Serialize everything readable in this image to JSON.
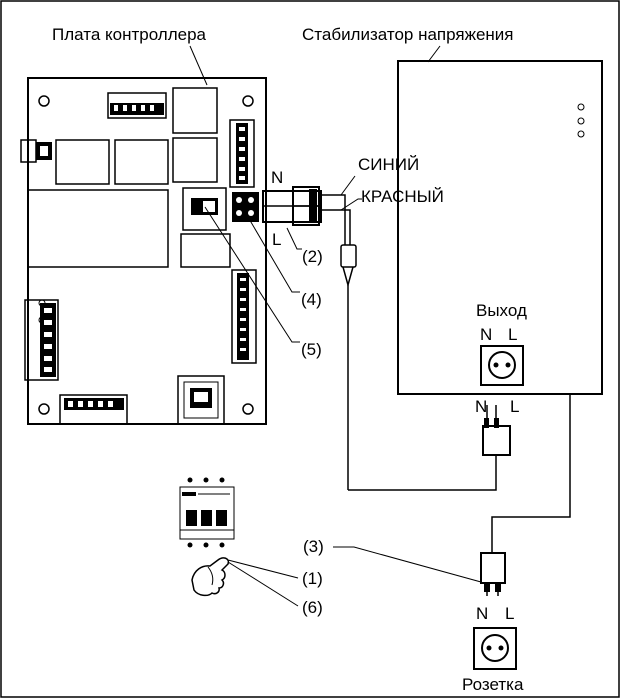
{
  "labels": {
    "controller_board": "Плата контроллера",
    "stabilizer": "Стабилизатор напряжения",
    "wire_blue": "СИНИЙ",
    "wire_red": "КРАСНЫЙ",
    "terminal_n": "N",
    "terminal_l": "L",
    "output": "Выход",
    "output_n": "N",
    "output_l": "L",
    "stab_in_n": "N",
    "stab_in_l": "L",
    "socket_n": "N",
    "socket_l": "L",
    "socket": "Розетка",
    "callout_1": "(1)",
    "callout_2": "(2)",
    "callout_3": "(3)",
    "callout_4": "(4)",
    "callout_5": "(5)",
    "callout_6": "(6)"
  }
}
